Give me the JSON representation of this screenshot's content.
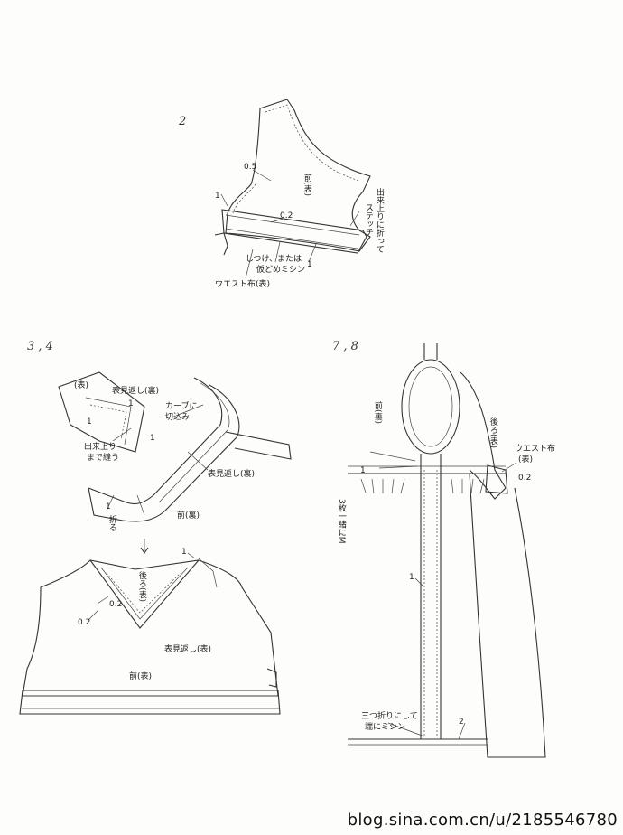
{
  "steps": {
    "s2": "2",
    "s34": "3 , 4",
    "s78": "7 , 8"
  },
  "labels_s2": {
    "front": "前(表)",
    "finish_fold": "出来上りに折って",
    "stitch": "ステッチ",
    "basting": "しつけ、または",
    "temp_stitch": "仮どめミシン",
    "waist_cloth": "ウエスト布(表)",
    "m05": "0.5",
    "m1": "1",
    "m02": "0.2",
    "m1b": "1"
  },
  "labels_s34": {
    "omote": "(表)",
    "facing_back": "表見返し(裏)",
    "curve": "カーブに",
    "notch": "切込み",
    "finish_sew": "出来上り",
    "finish_sew2": "まで縫う",
    "m1a": "1",
    "m1b": "1",
    "m1c": "1",
    "facing_back2": "表見返し(裏)",
    "fold": "折る",
    "m1d": "1",
    "front_back": "前(裏)",
    "arrow": "↓",
    "m1e": "1",
    "back_omote": "後ろ(表)",
    "m02a": "0.2",
    "m02b": "0.2",
    "facing_back3": "表見返し(表)",
    "front_omote": "前(表)"
  },
  "labels_s78": {
    "front_back": "前(裏)",
    "back_omote": "後ろ(表)",
    "waist_cloth": "ウエスト布",
    "waist_cloth2": "(表)",
    "m02": "0.2",
    "m1": "1",
    "three_layers": "3枚一緒にM",
    "m1b": "1",
    "tri_fold": "三つ折りにして",
    "hem_sew": "端にミシン",
    "m2": "2"
  },
  "watermark": "blog.sina.com.cn/u/2185546780"
}
